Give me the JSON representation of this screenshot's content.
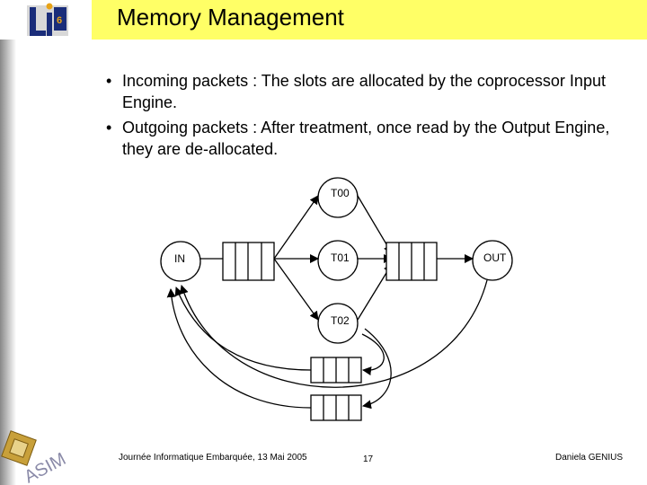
{
  "header": {
    "title": "Memory Management",
    "logo": {
      "letters": "LIP",
      "sub": "6",
      "icon": "lip6-logo-icon"
    }
  },
  "bullets": [
    "Incoming packets : The slots are allocated by the coprocessor Input Engine.",
    "Outgoing packets : After treatment, once read by the Output Engine, they are de-allocated."
  ],
  "bullet_marker": "•",
  "diagram": {
    "nodes": {
      "in": "IN",
      "out": "OUT",
      "t00": "T00",
      "t01": "T01",
      "t02": "T02"
    }
  },
  "footer": {
    "left": "Journée Informatique Embarquée, 13 Mai 2005",
    "page": "17",
    "author": "Daniela GENIUS",
    "asim": "ASIM",
    "asim_icon": "asim-chip-icon"
  },
  "colors": {
    "title_bar": "#ffff66",
    "logo_blue": "#1a2d7a",
    "logo_orange": "#e8a317"
  }
}
